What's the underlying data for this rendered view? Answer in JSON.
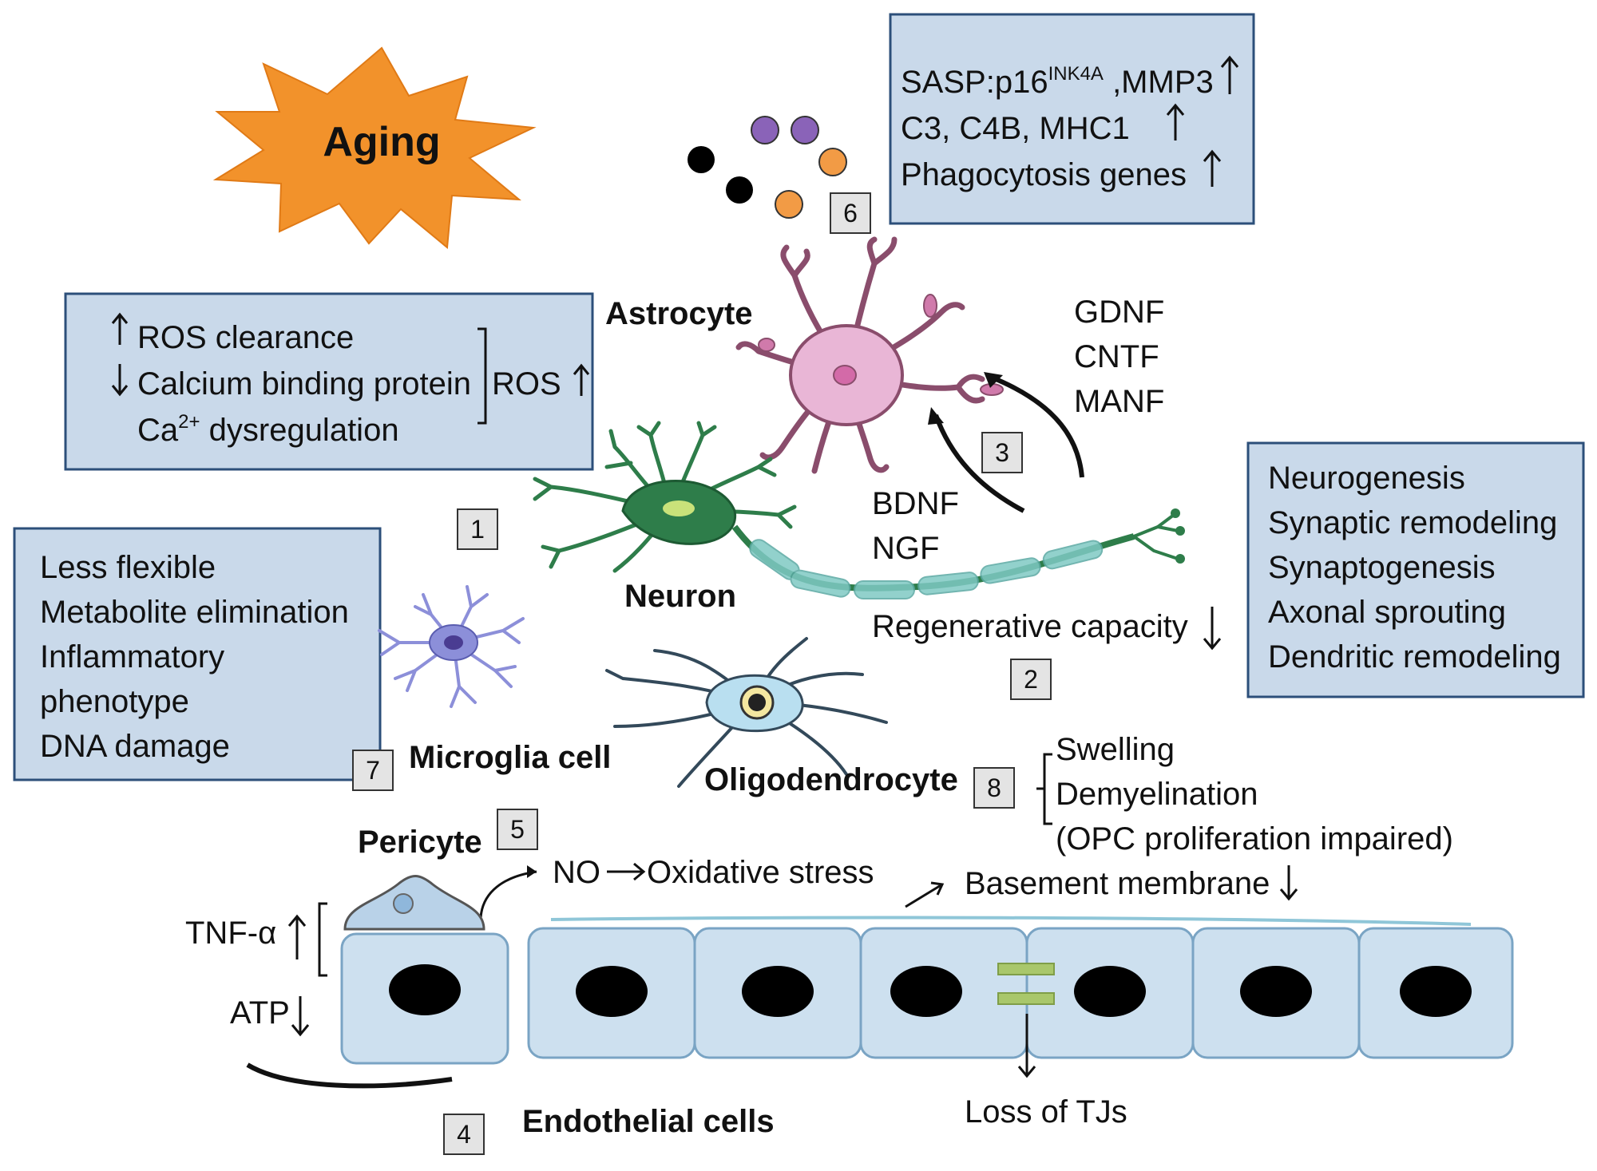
{
  "aging_label": "Aging",
  "box_senescence": {
    "line1": "SASP:p16",
    "line1_sup": "INK4A",
    "line1_end": " ,MMP3",
    "line2": "C3, C4B, MHC1",
    "line3": "Phagocytosis genes"
  },
  "box_ros": {
    "line1": "ROS clearance",
    "line2": "Calcium binding protein",
    "line3_pre": "Ca",
    "line3_sup": "2+",
    "line3_post": " dysregulation",
    "result": "ROS"
  },
  "box_microglia": {
    "lines": [
      "Less flexible",
      "Metabolite elimination",
      "Inflammatory",
      "phenotype",
      "DNA damage"
    ]
  },
  "box_neuro": {
    "lines": [
      "Neurogenesis",
      "Synaptic remodeling",
      "Synaptogenesis",
      "Axonal sprouting",
      "Dendritic remodeling"
    ]
  },
  "labels": {
    "astrocyte": "Astrocyte",
    "neuron": "Neuron",
    "microglia": "Microglia cell",
    "oligodendrocyte": "Oligodendrocyte",
    "pericyte": "Pericyte",
    "endothelial": "Endothelial cells"
  },
  "factors_astro": [
    "GDNF",
    "CNTF",
    "MANF"
  ],
  "factors_neuron": [
    "BDNF",
    "NGF"
  ],
  "regen": "Regenerative capacity",
  "oligo_effects": [
    "Swelling",
    "Demyelination",
    "(OPC proliferation impaired)"
  ],
  "no_stress": {
    "no": "NO",
    "stress": "Oxidative stress"
  },
  "basement": "Basement membrane",
  "tnf": "TNF-α",
  "atp": "ATP",
  "tjs": "Loss of TJs",
  "numbers": {
    "n1": "1",
    "n2": "2",
    "n3": "3",
    "n4": "4",
    "n5": "5",
    "n6": "6",
    "n7": "7",
    "n8": "8"
  },
  "colors": {
    "box_fill": "#c9d9ea",
    "box_border": "#2c4f7a",
    "aging_star": "#f2922b",
    "neuron": "#2e7d4a",
    "myelin": "#7fc9c4",
    "astrocyte": "#e9b6d6",
    "microglia": "#8c8fd9",
    "oligo": "#b9dff0",
    "endothelial": "#cde0ef",
    "tj": "#a9c76b"
  }
}
